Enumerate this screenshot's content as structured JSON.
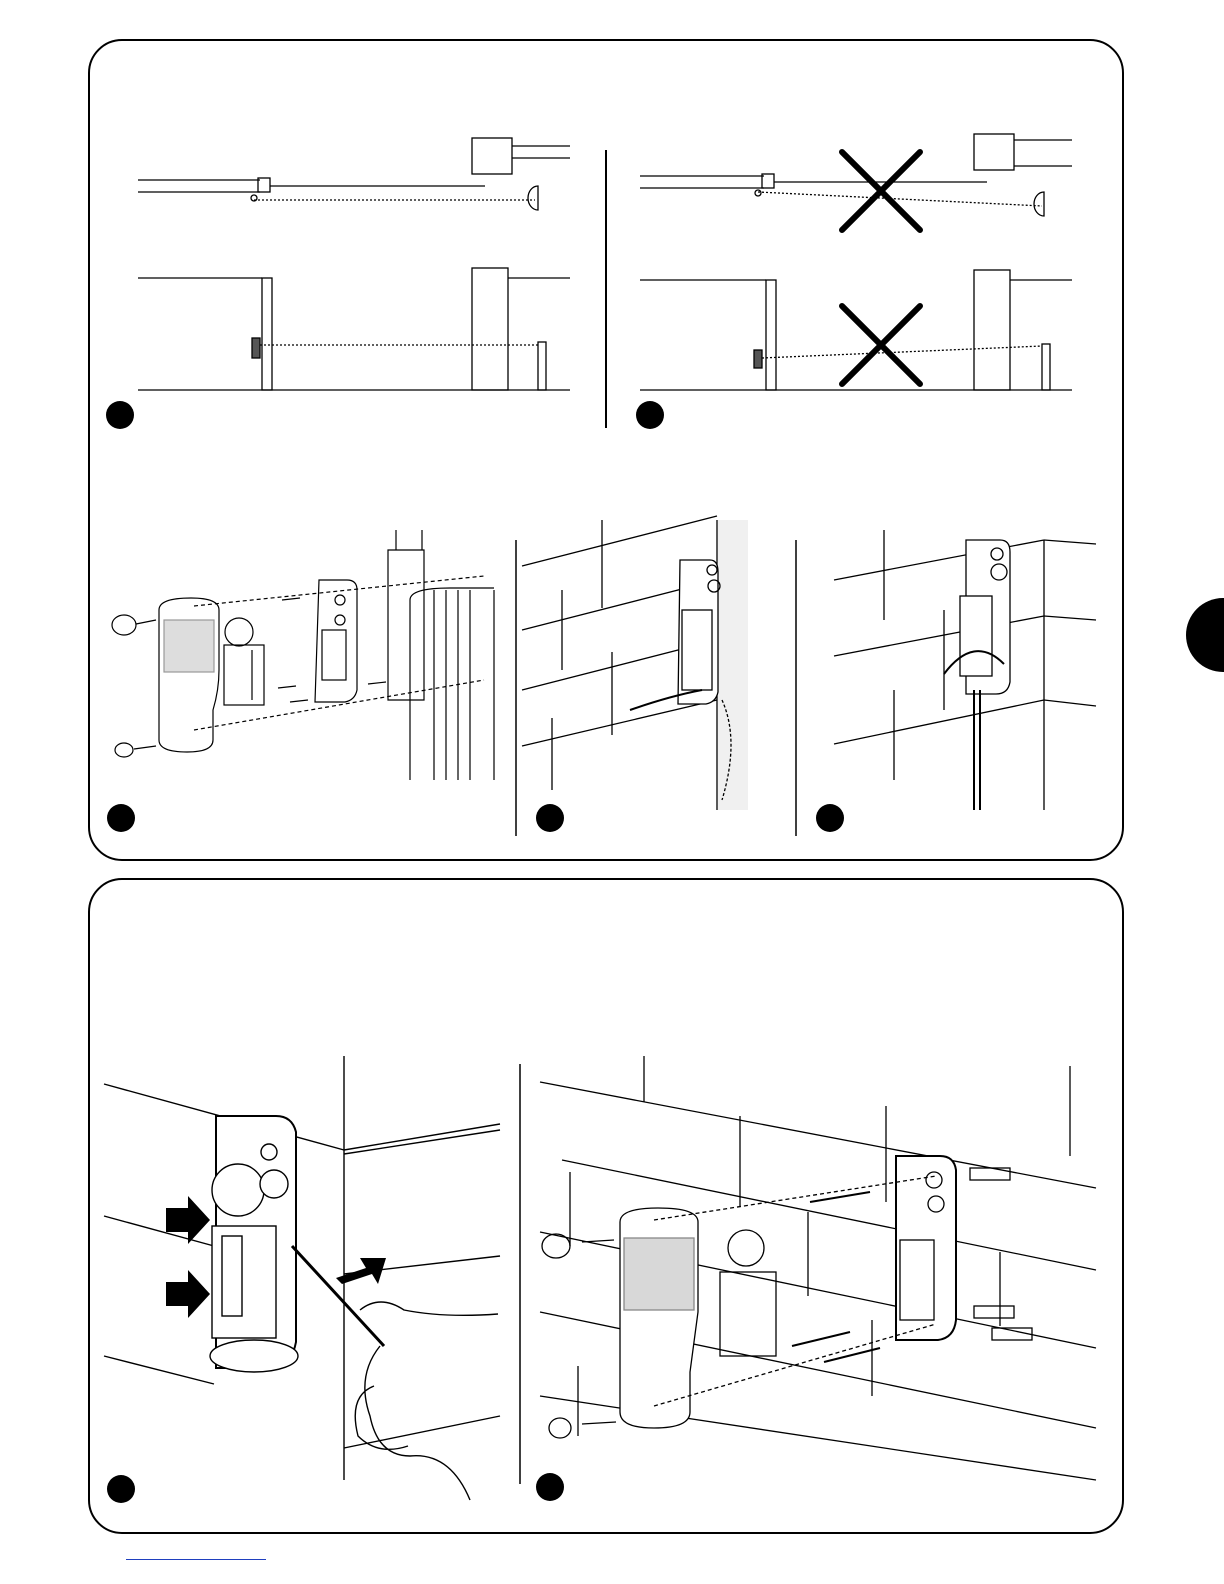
{
  "document": {
    "type": "installation-figure-sheet",
    "panels": [
      {
        "figures": [
          "correct-alignment",
          "incorrect-alignment",
          "exploded-assembly",
          "wall-mount-conduit",
          "wall-mount-post"
        ]
      },
      {
        "figures": [
          "removing-circuit-board",
          "wall-fixing-assembly"
        ]
      }
    ]
  }
}
